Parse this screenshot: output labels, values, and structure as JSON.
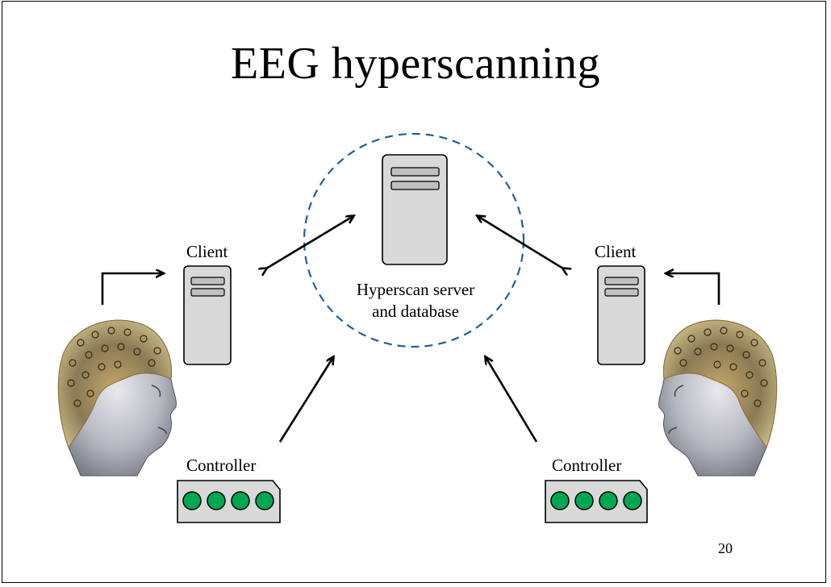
{
  "slide": {
    "title": "EEG hyperscanning",
    "server_label_line1": "Hyperscan server",
    "server_label_line2": "and database",
    "client_left_label": "Client",
    "client_right_label": "Client",
    "controller_left_label": "Controller",
    "controller_right_label": "Controller",
    "page_number": "20"
  },
  "colors": {
    "server_fill": "#d9d9d9",
    "dashed_circle": "#1f5f9e",
    "controller_led": "#00a650",
    "arrow": "#000000"
  }
}
